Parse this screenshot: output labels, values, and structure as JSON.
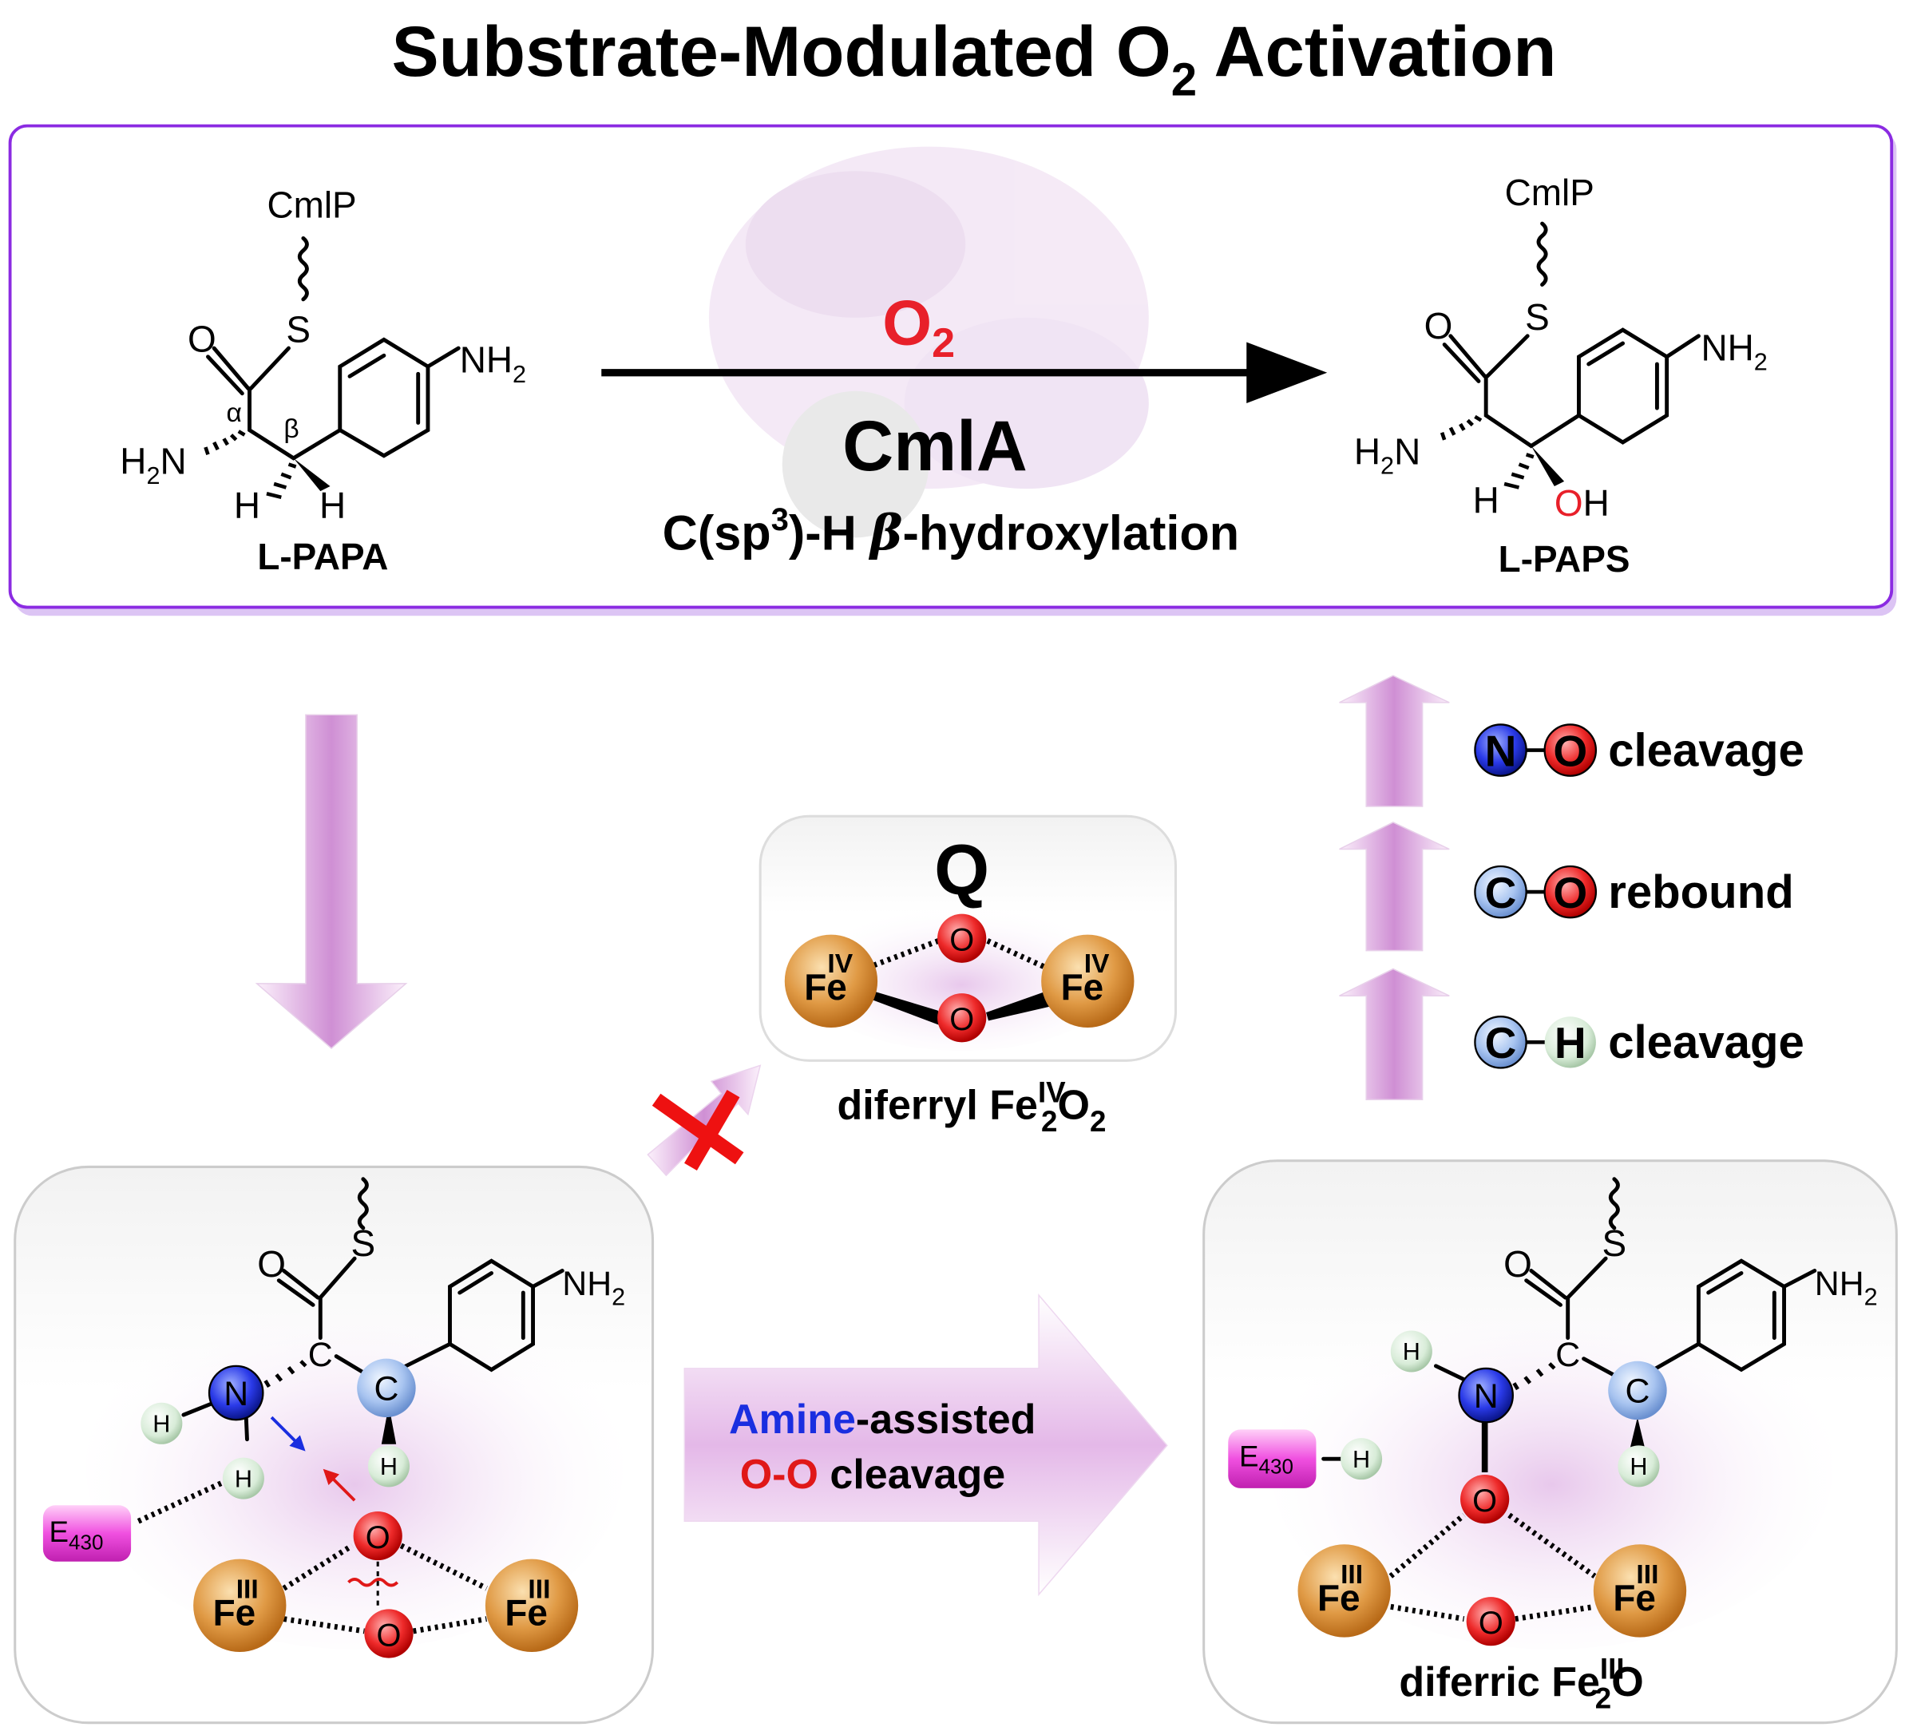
{
  "title": {
    "main": "Substrate-Modulated O",
    "sub": "2",
    "end": " Activation"
  },
  "reaction": {
    "reagent_o": "O",
    "reagent_sub": "2",
    "enzyme": "CmlA",
    "process_a": "C(sp",
    "process_sup": "3",
    "process_b": ")-H ",
    "process_beta": "β",
    "process_c": "-hydroxylation",
    "substrate": {
      "name": "L-PAPA",
      "carrier": "CmlP",
      "alpha": "α",
      "beta": "β"
    },
    "product": {
      "name": "L-PAPS",
      "carrier": "CmlP"
    }
  },
  "atoms": {
    "O": "O",
    "S": "S",
    "N": "N",
    "C": "C",
    "H": "H",
    "H2N": "H",
    "NH": "NH",
    "two": "2",
    "OH_O": "O",
    "OH_H": "H",
    "Fe": "Fe",
    "III": "III",
    "IV": "IV",
    "E": "E",
    "E_sub": "430"
  },
  "intermediate_q": {
    "label": "Q",
    "caption_a": "diferryl Fe",
    "caption_sup": "IV",
    "caption_sub1": "2",
    "caption_b": "O",
    "caption_sub2": "2"
  },
  "center_arrow": {
    "line1_accent": "Amine",
    "line1_rest": "-assisted",
    "line2_accent": "O-O",
    "line2_rest": " cleavage"
  },
  "steps": [
    {
      "a": "N",
      "b": "O",
      "label": "cleavage"
    },
    {
      "a": "C",
      "b": "O",
      "label": "rebound"
    },
    {
      "a": "C",
      "b": "H",
      "label": "cleavage"
    }
  ],
  "product_state": {
    "caption_a": "diferric Fe",
    "caption_sup": "III",
    "caption_sub": "2",
    "caption_b": "O"
  },
  "colors": {
    "frame": "#8b2be2",
    "arrow_pink": "#d9a6dc",
    "fe": "#d98a2e",
    "o": "#e8202a",
    "n": "#1c2bd8",
    "c": "#8fb4e8",
    "h": "#d8ecd8",
    "e430": "#f050e0",
    "amine": "#1a2ee0",
    "oo": "#e01818"
  }
}
